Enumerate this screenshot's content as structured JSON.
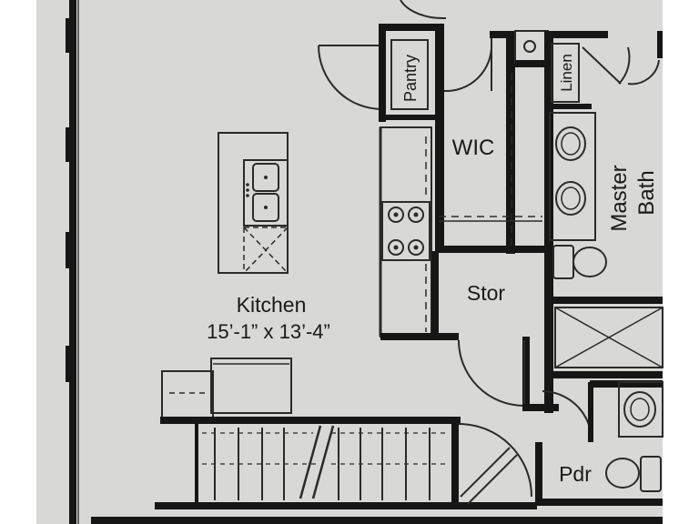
{
  "colors": {
    "paper": "#d8d8d6",
    "paper_edge": "#ffffff",
    "wall": "#161616",
    "line": "#2a2a2a",
    "thin": "#3a3a3a"
  },
  "rooms": {
    "kitchen": {
      "name": "Kitchen",
      "dimensions": "15’-1” x 13’-4”"
    },
    "pantry": {
      "name": "Pantry"
    },
    "wic": {
      "name": "WIC"
    },
    "linen": {
      "name": "Linen"
    },
    "master_bath": {
      "name_line1": "Master",
      "name_line2": "Bath"
    },
    "stor": {
      "name": "Stor"
    },
    "pdr": {
      "name": "Pdr"
    }
  }
}
